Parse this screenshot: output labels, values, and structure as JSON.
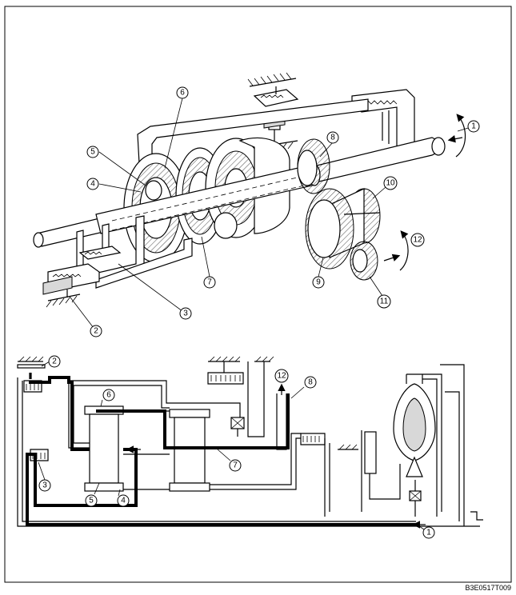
{
  "figure_code": "B3E0517T009",
  "callouts": {
    "c1": "1",
    "c2": "2",
    "c3": "3",
    "c4": "4",
    "c5": "5",
    "c6": "6",
    "c7": "7",
    "c8": "8",
    "c9": "9",
    "c10": "10",
    "c11": "11",
    "c12": "12"
  }
}
